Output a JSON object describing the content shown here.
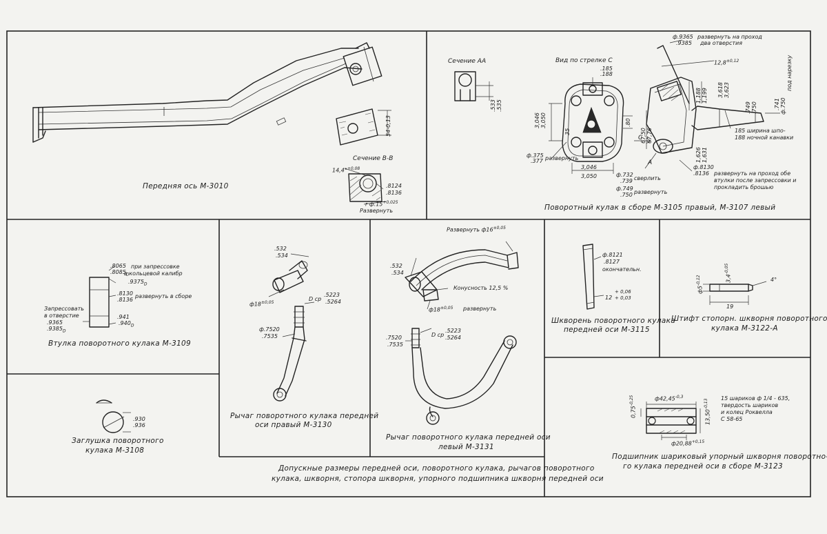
{
  "front_axle": {
    "caption": "Передняя ось М-3010",
    "section_bb": "Сечение В-В",
    "dim_side": "54-0,13",
    "dim_angle": "14,4°",
    "tol_angle": "+0,08",
    "dim_hole_upper": ".8124",
    "dim_hole_lower": ".8136",
    "dim_chamfer": "r ф.15",
    "tol_chamfer": "+0,025",
    "note_ream": "Развернуть"
  },
  "knuckle": {
    "caption": "Поворотный кулак в сборе М-3105 правый, М-3107 левый",
    "section_aa": "Сечение АА",
    "view_c": "Вид по стрелке С",
    "dim_185_upper": ".185",
    "dim_185_lower": ".188",
    "dim_533": ".533",
    "dim_535": ".535",
    "dim_3046_left": "3,046",
    "dim_3050_left": "3,050",
    "dim_35": "35",
    "dim_80": ".80",
    "dim_375": "ф.375",
    "dim_377": ".377",
    "note_ream1": "развернуть",
    "dim_3046_bottom": "3,046",
    "dim_3050_bottom": "3,050",
    "arrow_c": "С",
    "dim_9365": "ф.9365",
    "dim_9385": ".9385",
    "note_ream_holes": "развернуть на проход",
    "note_two_holes": "два отверстия",
    "dim_128": "12,8",
    "tol_128": "±0,12",
    "dim_1188": "1,188",
    "dim_1199": "1,199",
    "dim_3618": "3,618",
    "dim_3623": "3,623",
    "dim_749": ".749",
    "dim_750": ".750",
    "dim_741": ".741",
    "dim_750b": "ф.750",
    "note_thread": "под нарезку",
    "note_width1": "185 ширина шпо-",
    "note_width2": "188 ночной канавки",
    "dim_6750": "67,50",
    "dim_6776": "67,76",
    "dim_1626": "1,626",
    "dim_1631": "1,631",
    "dim_8130": "ф.8130",
    "dim_8136": ".8136",
    "note_ream3": "развернуть на проход обе",
    "note_bushing": "втулки после запрессовки и",
    "note_broach": "прокладить брошью",
    "dim_732": "ф.732",
    "dim_739": ".739",
    "note_drill": "сверлить",
    "dim_749b": "ф.749",
    "dim_750c": ".750",
    "note_ream4": "развернуть",
    "arrow_a": "А"
  },
  "bushing": {
    "caption": "Втулка поворотного кулака М-3109",
    "dim_8065": ".8065",
    "dim_8085": ".8085",
    "sup_d": "D",
    "note_press": "при запрессовке",
    "note_gauge": "в кольцевой калибр",
    "dim_9375": ".9375",
    "dim_8130": ".8130",
    "dim_8136": ".8136",
    "note_ream": "развернуть в сборе",
    "note_press_in": "Запрессовать",
    "note_hole": "в отверстие",
    "dim_9365": ".9365",
    "dim_9385": ".9385",
    "dim_941": ".941",
    "dim_940": ".940"
  },
  "plug": {
    "caption_line1": "Заглушка поворотного",
    "caption_line2": "кулака М-3108",
    "dim_930": ".930",
    "dim_936": ".936"
  },
  "arm_right": {
    "caption_line1": "Рычаг поворотного кулака передней",
    "caption_line2": "оси правый М-3130",
    "dim_532": ".532",
    "dim_534": ".534",
    "dim_phi18": "ф18",
    "tol_phi18": "±0,05",
    "dim_dcp": "D ср",
    "dim_5223": ".5223",
    "dim_5264": ".5264",
    "dim_7520": "ф.7520",
    "dim_7535": ".7535"
  },
  "arm_left": {
    "caption_line1": "Рычаг поворотного кулака передней оси",
    "caption_line2": "левый М-3131",
    "note_ream_top": "Развернуть ф16",
    "tol_ream_top": "±0,05",
    "dim_532": ".532",
    "dim_534": ".534",
    "note_taper": "Конусность 12,5 %",
    "dim_phi18": "ф18",
    "tol_phi18": "±0,05",
    "note_ream": "развернуть",
    "dim_7520": ".7520",
    "dim_7535": ".7535",
    "dim_dcp": "D ср",
    "dim_5223": ".5223",
    "dim_5264": ".5264"
  },
  "kingpin": {
    "caption_line1": "Шкворень поворотного кулака",
    "caption_line2": "передней оси М-3115",
    "dim_8121": "ф.8121",
    "dim_8127": ".8127",
    "note_final": "окончательн.",
    "dim_12": "12",
    "tol_12_upper": "+ 0,06",
    "tol_12_lower": "+ 0,03"
  },
  "pin": {
    "caption_line1": "Штифт стопорн. шкворня поворотного",
    "caption_line2": "кулака М-3122-А",
    "dim_phi5": "ф5",
    "tol_phi5": "-0,12",
    "dim_34": "3,4",
    "tol_34": "-0,05",
    "dim_4deg": "4°",
    "dim_19": "19"
  },
  "bearing": {
    "caption_line1": "Подшипник шариковый упорный шкворня поворотно-",
    "caption_line2": "го кулака передней оси в сборе  М-3123",
    "dim_4245": "ф42,45",
    "tol_4245": "-0,3",
    "dim_075": "0,75",
    "tol_075": "-0,25",
    "dim_1350": "13,50",
    "tol_1350": "-0,13",
    "dim_2088": "ф20,88",
    "tol_2088": "+0,15",
    "note_balls": "15 шариков ф 1/4 - 635,",
    "note_hardness": "твердость шариков",
    "note_rings": "и колец Роквелла",
    "note_c": "С 58-65"
  },
  "footer": {
    "line1": "Допускные размеры передней оси, поворотного кулака, рычагов поворотного",
    "line2": "кулака, шкворня, стопора шкворня, упорного подшипника шкворня передней оси"
  }
}
